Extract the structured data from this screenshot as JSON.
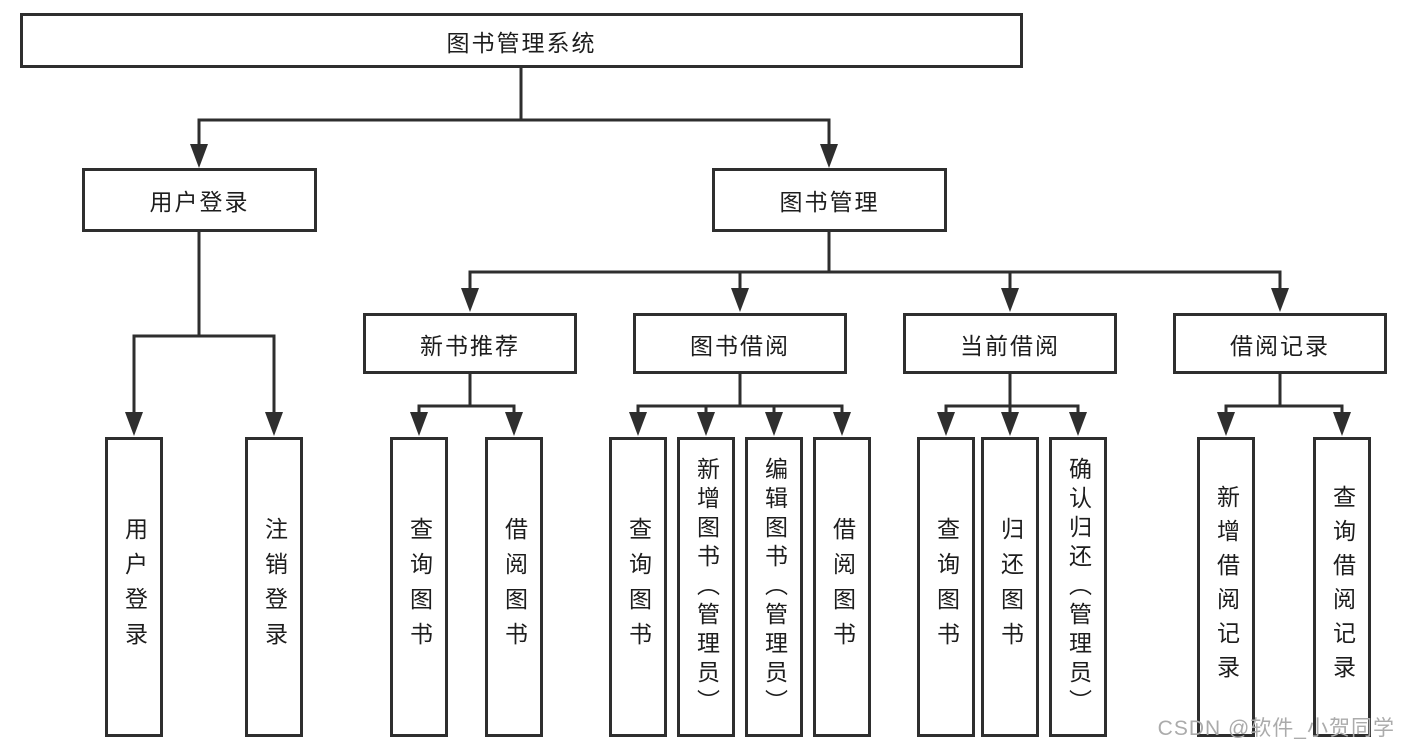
{
  "diagram": {
    "root": {
      "label": "图书管理系统"
    },
    "level2": [
      {
        "label": "用户登录"
      },
      {
        "label": "图书管理"
      }
    ],
    "level3": [
      {
        "label": "新书推荐"
      },
      {
        "label": "图书借阅"
      },
      {
        "label": "当前借阅"
      },
      {
        "label": "借阅记录"
      }
    ],
    "leaves": [
      {
        "label": "用户登录"
      },
      {
        "label": "注销登录"
      },
      {
        "label": "查询图书"
      },
      {
        "label": "借阅图书"
      },
      {
        "label": "查询图书"
      },
      {
        "label": "新增图书（管理员）"
      },
      {
        "label": "编辑图书（管理员）"
      },
      {
        "label": "借阅图书"
      },
      {
        "label": "查询图书"
      },
      {
        "label": "归还图书"
      },
      {
        "label": "确认归还（管理员）"
      },
      {
        "label": "新增借阅记录"
      },
      {
        "label": "查询借阅记录"
      }
    ]
  },
  "watermark": {
    "text": "CSDN @软件_小贺同学"
  },
  "colors": {
    "line": "#2e2e2e",
    "text": "#1d1d1d",
    "background": "#ffffff",
    "watermark": "#ababab"
  }
}
